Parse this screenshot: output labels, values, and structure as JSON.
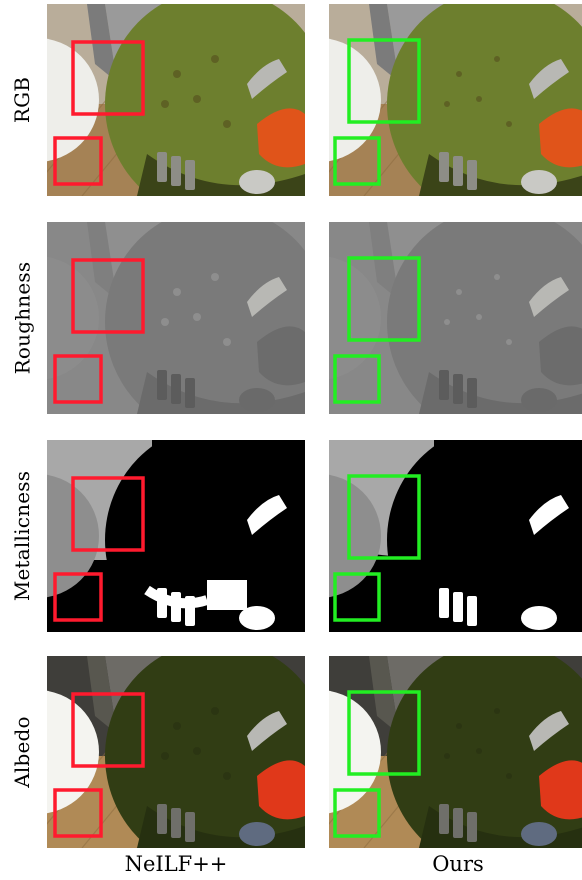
{
  "rows": [
    {
      "label": "RGB",
      "type": "rgb"
    },
    {
      "label": "Roughness",
      "type": "roughness"
    },
    {
      "label": "Metallicness",
      "type": "metal"
    },
    {
      "label": "Albedo",
      "type": "albedo"
    }
  ],
  "columns": [
    {
      "label": "NeILF++",
      "box_color": "#ff1a2e"
    },
    {
      "label": "Ours",
      "box_color": "#22ee22"
    }
  ],
  "colors": {
    "helmet_green": "#6d7f2e",
    "helmet_green_dark": "#3b4418",
    "albedo_green": "#313d14",
    "orange_visor": "#e0541a",
    "wood": "#a58255",
    "sphere_white": "#eeeeea",
    "roughness_gray": "#8a8a8a",
    "metal_black": "#000000"
  }
}
